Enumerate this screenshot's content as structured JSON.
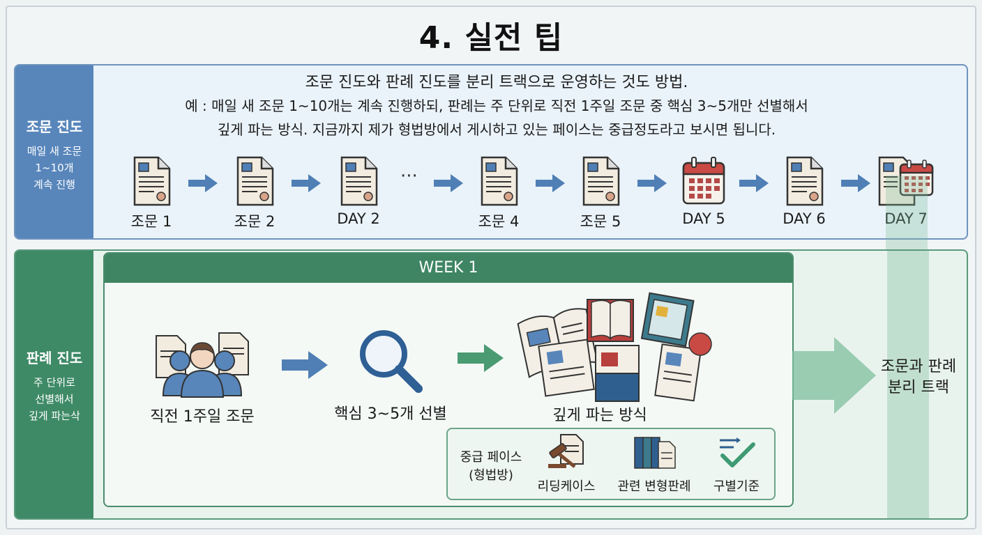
{
  "title": "4. 실전 팁",
  "top": {
    "side_title": "조문 진도",
    "side_desc": [
      "매일 새 조문",
      "1~10개",
      "계속 진행"
    ],
    "text_lines": [
      "조문 진도와 판례 진도를 분리 트랙으로 운영하는 것도 방법.",
      "예 : 매일 새 조문 1~10개는 계속 진행하되, 판례는 주 단위로 직전 1주일 조문 중 핵심 3~5개만 선별해서",
      "깊게 파는 방식. 지금까지 제가 형법방에서 게시하고 있는 페이스는 중급정도라고 보시면 됩니다."
    ],
    "sequence": [
      {
        "label": "조문 1",
        "icon": "document-icon"
      },
      {
        "label": "조문 2",
        "icon": "document-icon"
      },
      {
        "label": "DAY 2",
        "icon": "document-icon"
      },
      {
        "label": "조문 4",
        "icon": "document-icon"
      },
      {
        "label": "조문 5",
        "icon": "document-icon"
      },
      {
        "label": "DAY 5",
        "icon": "calendar-icon"
      },
      {
        "label": "DAY 6",
        "icon": "document-icon"
      },
      {
        "label": "DAY 7",
        "icon": "document-calendar-icon"
      }
    ],
    "ellipsis": "···"
  },
  "bottom": {
    "side_title": "판례 진도",
    "side_desc": [
      "주 단위로",
      "선별해서",
      "깊게 파는삭"
    ],
    "week_label": "WEEK 1",
    "steps": [
      {
        "label": "직전 1주일 조문",
        "icon": "people-documents-icon"
      },
      {
        "label": "핵심 3~5개 선별",
        "icon": "magnifier-icon"
      },
      {
        "label": "깊게 파는 방식",
        "icon": "books-icon"
      }
    ],
    "pace": {
      "label_lines": [
        "중급 페이스",
        "(형법방)"
      ],
      "items": [
        {
          "label": "리딩케이스",
          "icon": "gavel-icon"
        },
        {
          "label": "관련 변형판례",
          "icon": "binders-icon"
        },
        {
          "label": "구별기준",
          "icon": "checklist-icon"
        }
      ]
    },
    "result_lines": [
      "조문과 판례",
      "분리 트랙"
    ]
  },
  "colors": {
    "blue": "#5886bb",
    "green": "#3e8a66",
    "arrow_blue": "#4f7fb5",
    "arrow_green": "#4a9a72"
  }
}
